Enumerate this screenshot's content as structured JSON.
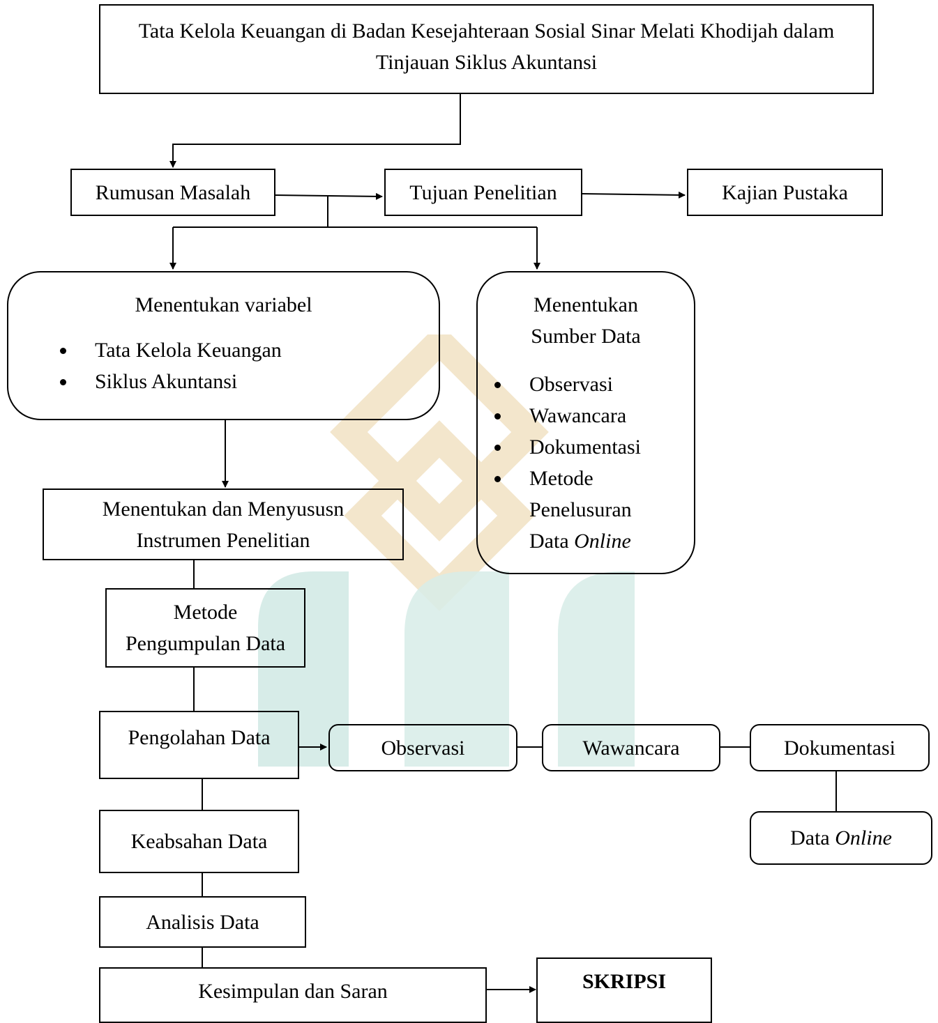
{
  "diagram": {
    "title": "Tata Kelola Keuangan di Badan Kesejahteraan Sosial Sinar Melati Khodijah dalam Tinjauan Siklus Akuntansi",
    "rumusan": "Rumusan Masalah",
    "tujuan": "Tujuan Penelitian",
    "kajian": "Kajian Pustaka",
    "variabel": {
      "heading": "Menentukan variabel",
      "items": [
        "Tata Kelola Keuangan",
        "Siklus Akuntansi"
      ]
    },
    "sumber": {
      "heading_line1": "Menentukan",
      "heading_line2": "Sumber Data",
      "items": [
        "Observasi",
        "Wawancara",
        "Dokumentasi"
      ],
      "last_item_line1": "Metode",
      "last_item_line2": "Penelusuran",
      "last_item_line3_plain": "Data ",
      "last_item_line3_italic": "Online"
    },
    "instrumen": {
      "line1": "Menentukan dan Menyususn",
      "line2": "Instrumen Penelitian"
    },
    "metode": {
      "line1": "Metode",
      "line2": "Pengumpulan Data"
    },
    "pengolahan": "Pengolahan Data",
    "observasi": "Observasi",
    "wawancara": "Wawancara",
    "dokumentasi": "Dokumentasi",
    "data_online_plain": "Data ",
    "data_online_italic": "Online",
    "keabsahan": "Keabsahan Data",
    "analisis": "Analisis Data",
    "kesimpulan": "Kesimpulan dan Saran",
    "skripsi": "SKRIPSI"
  },
  "colors": {
    "watermark_gold": "#f3e6cc",
    "watermark_green": "#d7ece8"
  }
}
